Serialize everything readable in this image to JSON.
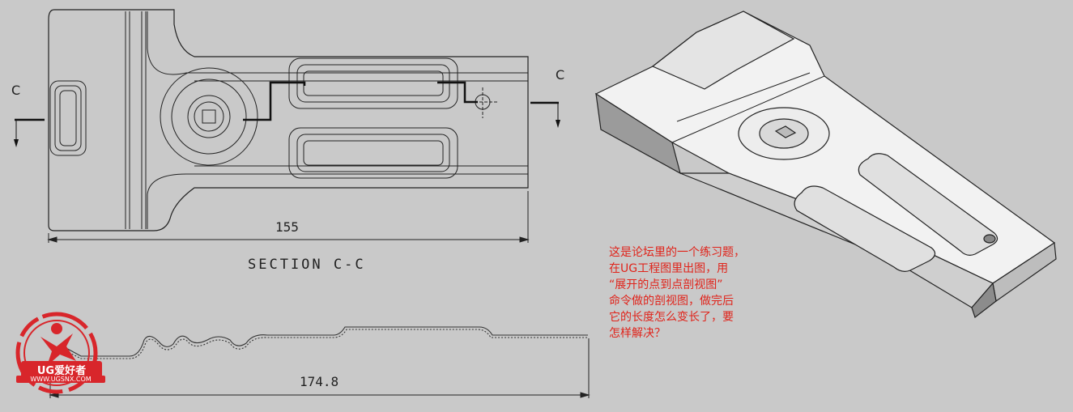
{
  "drawing": {
    "section_marker_left": "C",
    "section_marker_right": "C",
    "flat_length_dim": "155",
    "section_title": "SECTION C-C",
    "section_length_dim": "174.8"
  },
  "note": {
    "lines": [
      "这是论坛里的一个练习题，",
      "在UG工程图里出图，用",
      "“展开的点到点剖视图”",
      "命令做的剖视图，做完后",
      "它的长度怎么变长了，要",
      "怎样解决？"
    ]
  },
  "logo": {
    "brand": "UG爱好者",
    "url": "WWW.UGSNX.COM"
  },
  "colors": {
    "background": "#c9c9c9",
    "note_text": "#e0241b",
    "logo_red": "#d8262b"
  }
}
